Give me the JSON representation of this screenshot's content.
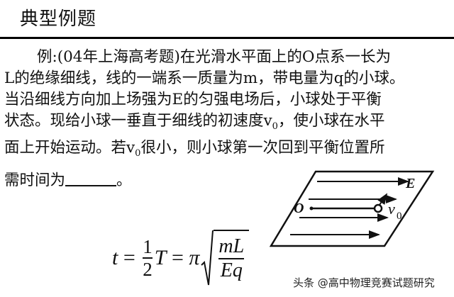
{
  "header": {
    "title": "典型例题"
  },
  "problem": {
    "line1": "例:(04年上海高考题)在光滑水平面上的O点系一长为",
    "line2": "L的绝缘细线，线的一端系一质量为m，带电量为q的小球。",
    "line3": "当沿细线方向加上场强为E的匀强电场后，小球处于平衡",
    "line4_a": "状态。现给小球一垂直于细线的初速度v",
    "line4_sub": "0",
    "line4_b": "，使小球在水平",
    "line5_a": "面上开始运动。若v",
    "line5_sub": "0",
    "line5_b": "很小，则小球第一次回到平衡位置所",
    "line6_a": "需时间为",
    "line6_b": "。"
  },
  "formula": {
    "t": "t",
    "eq1": " = ",
    "num": "1",
    "den": "2",
    "T": "T",
    "eq2": " = ",
    "pi": "π",
    "rad_num": "mL",
    "rad_den": "Eq"
  },
  "diagram": {
    "label_E": "E",
    "label_O": "O",
    "label_v": "v",
    "label_v_sub": "0"
  },
  "watermark": {
    "text": "头条 @高中物理竞赛试题研究"
  }
}
